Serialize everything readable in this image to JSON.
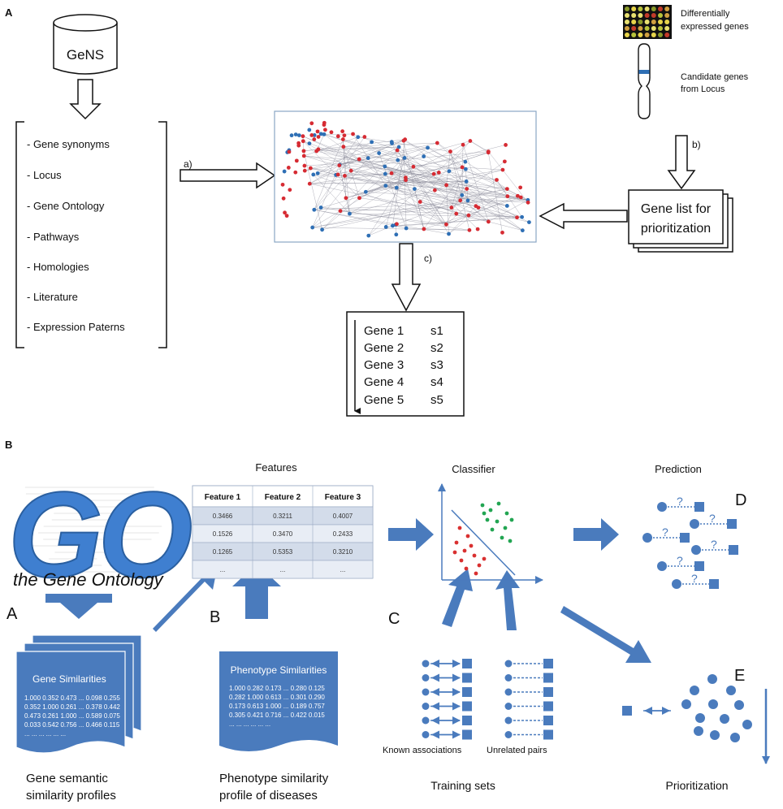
{
  "panel_a": {
    "label": "A",
    "database": "GeNS",
    "sources": [
      "- Gene synonyms",
      "- Locus",
      "- Gene Ontology",
      "- Pathways",
      "- Homologies",
      "- Literature",
      "- Expression Paterns"
    ],
    "step_a": "a)",
    "step_b": "b)",
    "step_c": "c)",
    "legend": {
      "microarray_line1": "Differentially",
      "microarray_line2": "expressed genes",
      "locus_line1": "Candidate  genes",
      "locus_line2": "from Locus"
    },
    "gene_list_line1": "Gene list for",
    "gene_list_line2": "prioritization",
    "ranking": [
      {
        "gene": "Gene 1",
        "score": "s1"
      },
      {
        "gene": "Gene 2",
        "score": "s2"
      },
      {
        "gene": "Gene 3",
        "score": "s3"
      },
      {
        "gene": "Gene 4",
        "score": "s4"
      },
      {
        "gene": "Gene 5",
        "score": "s5"
      }
    ]
  },
  "panel_b": {
    "label": "B",
    "go_logo_letters": "GO",
    "go_logo_sub": "the Gene Ontology",
    "sub_a": "A",
    "sub_b": "B",
    "sub_c": "C",
    "sub_d": "D",
    "sub_e": "E",
    "features_title": "Features",
    "features_table": {
      "headers": [
        "Feature 1",
        "Feature 2",
        "Feature 3"
      ],
      "rows": [
        [
          "0.3466",
          "0.3211",
          "0.4007"
        ],
        [
          "0.1526",
          "0.3470",
          "0.2433"
        ],
        [
          "0.1265",
          "0.5353",
          "0.3210"
        ],
        [
          "...",
          "...",
          "..."
        ]
      ]
    },
    "classifier_title": "Classifier",
    "prediction_title": "Prediction",
    "gene_sim": {
      "title": "Gene Similarities",
      "rows": [
        "1.000 0.352 0.473 ... 0.098 0.255",
        "0.352 1.000 0.261 ... 0.378 0.442",
        "0.473 0.261 1.000 ... 0.589 0.075",
        "0.033 0.542 0.756 ... 0.466 0.115",
        "...   ...   ...   ...   ...   ..."
      ],
      "caption_line1": "Gene semantic",
      "caption_line2": "similarity profiles"
    },
    "pheno_sim": {
      "title": "Phenotype  Similarities",
      "rows": [
        "1.000 0.282 0.173 ... 0.280 0.125",
        "0.282 1.000 0.613 ... 0.301 0.290",
        "0.173 0.613 1.000 ... 0.189 0.757",
        "0.305 0.421 0.716 ... 0.422 0.015",
        "...   ...   ...   ...   ...   ..."
      ],
      "caption_line1": "Phenotype similarity",
      "caption_line2": "profile of diseases"
    },
    "known_label": "Known associations",
    "unrelated_label": "Unrelated pairs",
    "training_label": "Training sets",
    "prioritization_label": "Prioritization",
    "question_mark": "?",
    "colors": {
      "blue": "#4a7bbd",
      "net_red": "#d62b33",
      "net_blue": "#2e6fb5",
      "green": "#22a552",
      "red": "#d93030"
    }
  }
}
